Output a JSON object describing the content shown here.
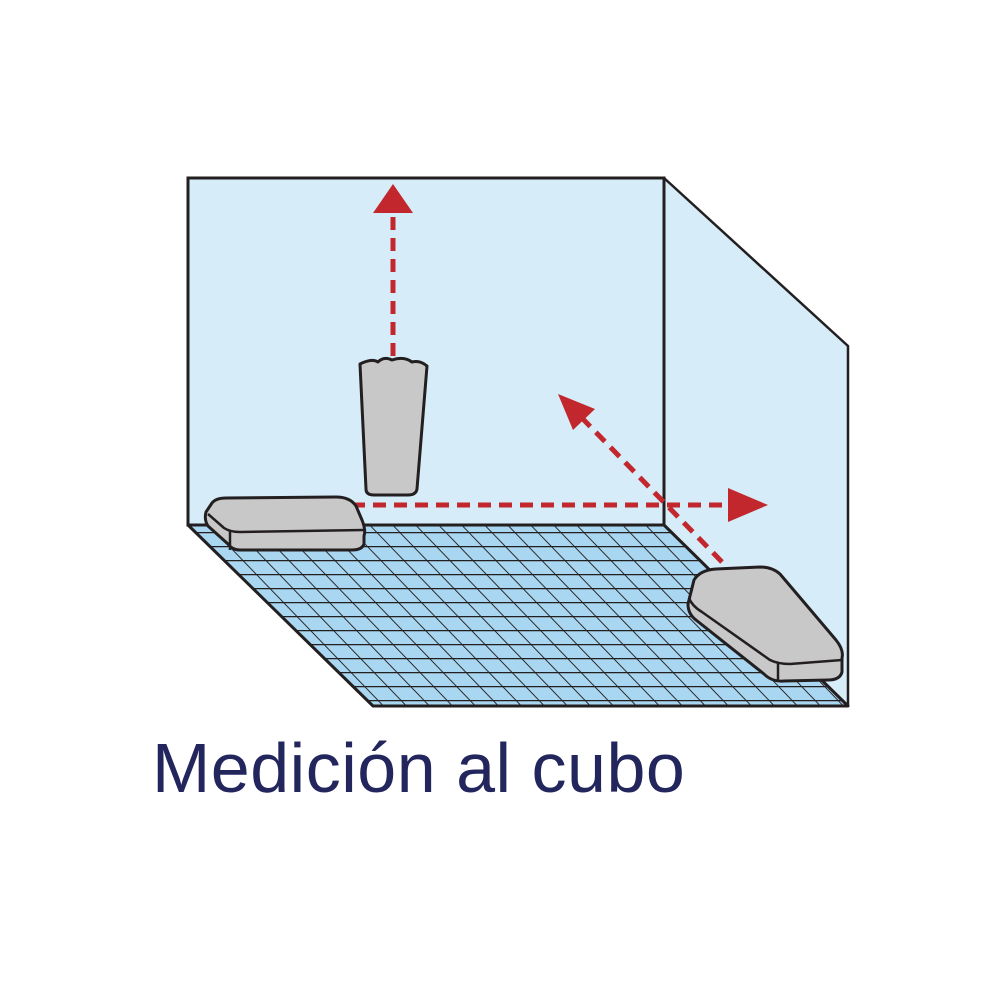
{
  "caption": "Medición al cubo",
  "colors": {
    "wall": "#d6ecf8",
    "floor": "#a9d6f0",
    "outline": "#231f20",
    "device": "#c9c8c8",
    "arrow": "#c1272d",
    "caption": "#23265c"
  },
  "icons": [
    "room-wall-back",
    "room-wall-side",
    "tiled-floor",
    "laser-device-vertical",
    "laser-device-left",
    "laser-device-right",
    "measurement-arrow"
  ]
}
